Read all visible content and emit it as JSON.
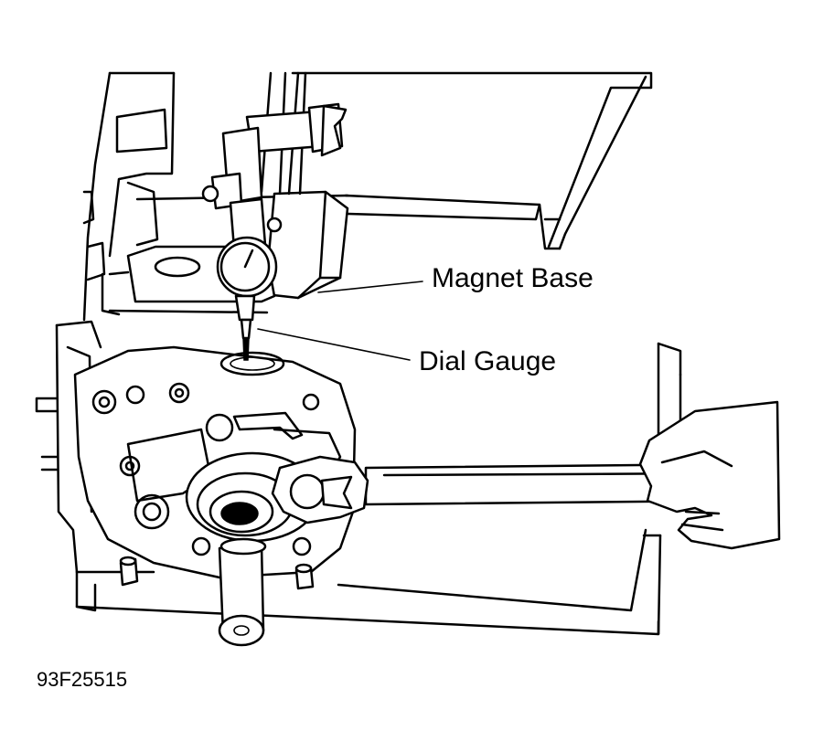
{
  "labels": {
    "magnet_base": "Magnet Base",
    "dial_gauge": "Dial Gauge"
  },
  "figure_id": "93F25515"
}
